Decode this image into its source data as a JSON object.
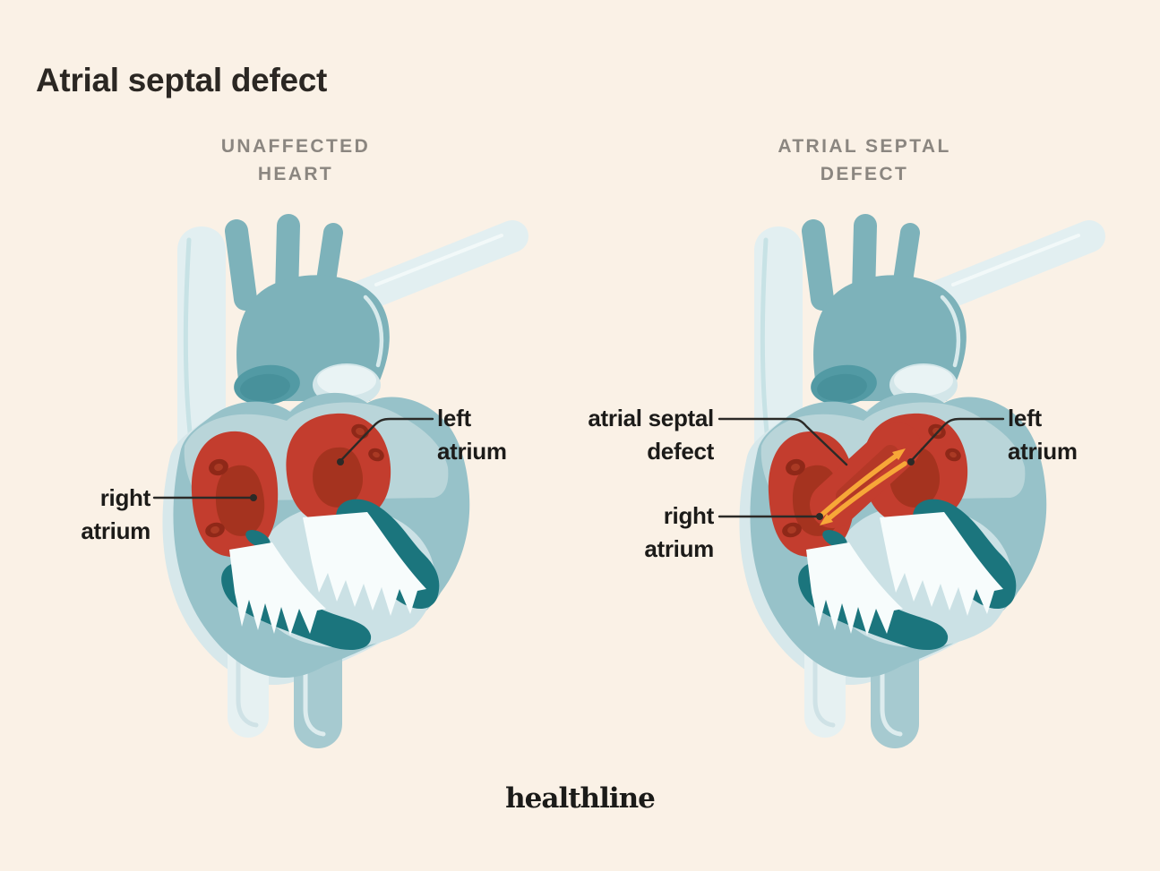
{
  "page": {
    "title": "Atrial septal defect",
    "background": "#faf1e6"
  },
  "hearts": [
    {
      "id": "unaffected-heart",
      "heading_lines": [
        "UNAFFECTED",
        "HEART"
      ],
      "labels": [
        {
          "id": "left-atrium",
          "lines": [
            "left",
            "atrium"
          ]
        },
        {
          "id": "right-atrium",
          "lines": [
            "right",
            "atrium"
          ]
        }
      ]
    },
    {
      "id": "atrial-septal-defect-heart",
      "heading_lines": [
        "ATRIAL SEPTAL",
        "DEFECT"
      ],
      "labels": [
        {
          "id": "atrial-septal-defect",
          "lines": [
            "atrial septal",
            "defect"
          ]
        },
        {
          "id": "right-atrium",
          "lines": [
            "right",
            "atrium"
          ]
        },
        {
          "id": "left-atrium",
          "lines": [
            "left",
            "atrium"
          ]
        }
      ]
    }
  ],
  "brand": {
    "logo_text": "healthline"
  },
  "colors": {
    "background": "#faf1e6",
    "title_text": "#2b2723",
    "heading_text": "#8b8680",
    "label_text": "#1c1b19",
    "leader_line": "#2b2a27",
    "atrium_red": "#c33d2e",
    "atrium_dark_red": "#a5331f",
    "heart_body_teal": "#97c2c9",
    "atrium_wall_light_teal": "#b9d5d9",
    "ventricle_interior": "#cbe1e5",
    "aorta_teal": "#7db2ba",
    "pulmonary_trunk_dark_teal": "#529aa4",
    "pale_vessel": "#e2eff1",
    "papillary_muscle_dark_teal": "#1b757d",
    "chordae_white": "#f7fcfc",
    "flow_arrow_orange": "#f7a738",
    "logo_text": "#1b1b19"
  }
}
